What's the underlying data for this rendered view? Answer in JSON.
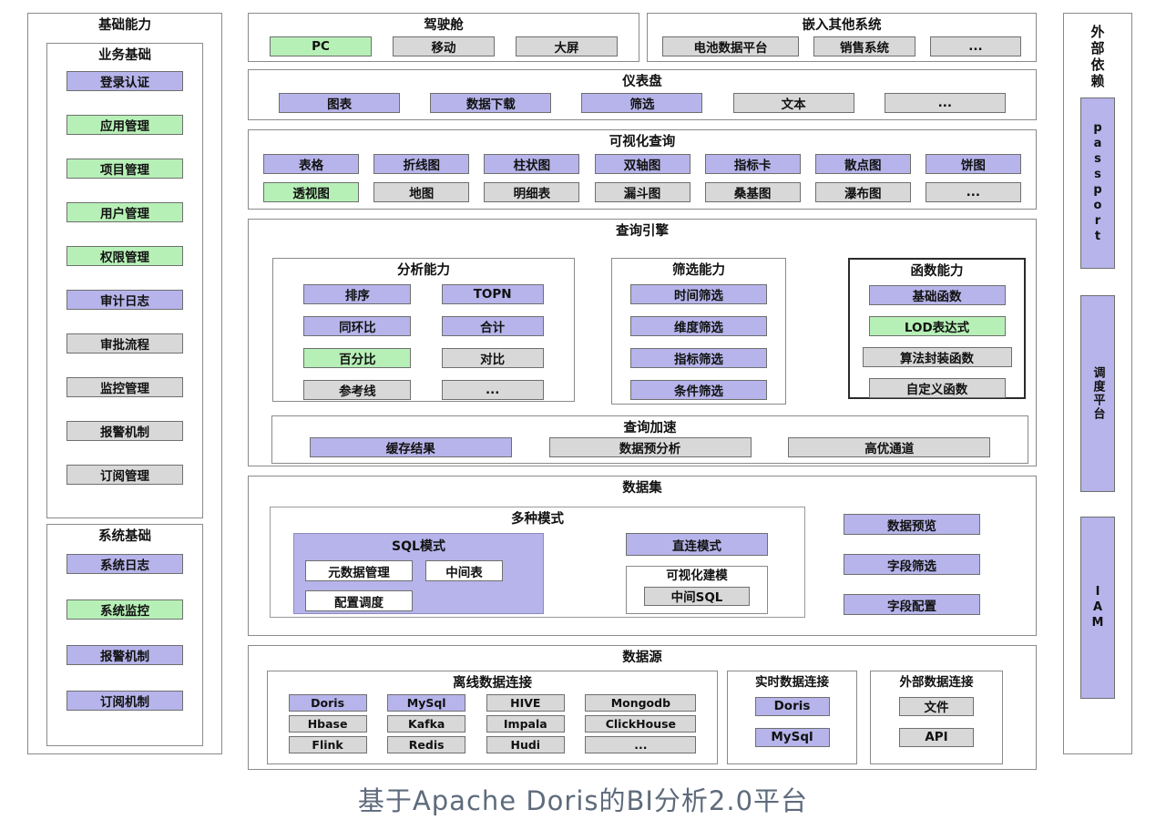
{
  "palette": {
    "purple": "#b6b4ea",
    "green": "#b7f0b7",
    "gray": "#d8d8d8",
    "white": "#ffffff",
    "caption_gray": "#5e6b7c"
  },
  "caption": "基于Apache Doris的BI分析2.0平台",
  "sidebar": {
    "title": "基础能力",
    "business": {
      "title": "业务基础",
      "items": [
        {
          "label": "登录认证",
          "color": "purple"
        },
        {
          "label": "应用管理",
          "color": "green"
        },
        {
          "label": "项目管理",
          "color": "green"
        },
        {
          "label": "用户管理",
          "color": "green"
        },
        {
          "label": "权限管理",
          "color": "green"
        },
        {
          "label": "审计日志",
          "color": "purple"
        },
        {
          "label": "审批流程",
          "color": "gray"
        },
        {
          "label": "监控管理",
          "color": "gray"
        },
        {
          "label": "报警机制",
          "color": "gray"
        },
        {
          "label": "订阅管理",
          "color": "gray"
        }
      ]
    },
    "system": {
      "title": "系统基础",
      "items": [
        {
          "label": "系统日志",
          "color": "purple"
        },
        {
          "label": "系统监控",
          "color": "green"
        },
        {
          "label": "报警机制",
          "color": "purple"
        },
        {
          "label": "订阅机制",
          "color": "purple"
        }
      ]
    }
  },
  "cockpit": {
    "title": "驾驶舱",
    "items": [
      {
        "label": "PC",
        "color": "green"
      },
      {
        "label": "移动",
        "color": "gray"
      },
      {
        "label": "大屏",
        "color": "gray"
      }
    ]
  },
  "embed": {
    "title": "嵌入其他系统",
    "items": [
      {
        "label": "电池数据平台",
        "color": "gray"
      },
      {
        "label": "销售系统",
        "color": "gray"
      },
      {
        "label": "...",
        "color": "gray"
      }
    ]
  },
  "dashboard": {
    "title": "仪表盘",
    "items": [
      {
        "label": "图表",
        "color": "purple"
      },
      {
        "label": "数据下载",
        "color": "purple"
      },
      {
        "label": "筛选",
        "color": "purple"
      },
      {
        "label": "文本",
        "color": "gray"
      },
      {
        "label": "...",
        "color": "gray"
      }
    ]
  },
  "visual_query": {
    "title": "可视化查询",
    "items": [
      {
        "label": "表格",
        "color": "purple"
      },
      {
        "label": "折线图",
        "color": "purple"
      },
      {
        "label": "柱状图",
        "color": "purple"
      },
      {
        "label": "双轴图",
        "color": "purple"
      },
      {
        "label": "指标卡",
        "color": "purple"
      },
      {
        "label": "散点图",
        "color": "purple"
      },
      {
        "label": "饼图",
        "color": "purple"
      },
      {
        "label": "透视图",
        "color": "green"
      },
      {
        "label": "地图",
        "color": "gray"
      },
      {
        "label": "明细表",
        "color": "gray"
      },
      {
        "label": "漏斗图",
        "color": "gray"
      },
      {
        "label": "桑基图",
        "color": "gray"
      },
      {
        "label": "瀑布图",
        "color": "gray"
      },
      {
        "label": "...",
        "color": "gray"
      }
    ]
  },
  "query_engine": {
    "title": "查询引擎",
    "analysis": {
      "title": "分析能力",
      "items": [
        {
          "label": "排序",
          "color": "purple"
        },
        {
          "label": "TOPN",
          "color": "purple"
        },
        {
          "label": "同环比",
          "color": "purple"
        },
        {
          "label": "合计",
          "color": "purple"
        },
        {
          "label": "百分比",
          "color": "green"
        },
        {
          "label": "对比",
          "color": "gray"
        },
        {
          "label": "参考线",
          "color": "gray"
        },
        {
          "label": "...",
          "color": "gray"
        }
      ]
    },
    "filter": {
      "title": "筛选能力",
      "items": [
        {
          "label": "时间筛选",
          "color": "purple"
        },
        {
          "label": "维度筛选",
          "color": "purple"
        },
        {
          "label": "指标筛选",
          "color": "purple"
        },
        {
          "label": "条件筛选",
          "color": "purple"
        }
      ]
    },
    "function": {
      "title": "函数能力",
      "items": [
        {
          "label": "基础函数",
          "color": "purple"
        },
        {
          "label": "LOD表达式",
          "color": "green"
        },
        {
          "label": "算法封装函数",
          "color": "gray"
        },
        {
          "label": "自定义函数",
          "color": "gray"
        }
      ]
    },
    "acceleration": {
      "title": "查询加速",
      "items": [
        {
          "label": "缓存结果",
          "color": "purple"
        },
        {
          "label": "数据预分析",
          "color": "gray"
        },
        {
          "label": "高优通道",
          "color": "gray"
        }
      ]
    }
  },
  "dataset": {
    "title": "数据集",
    "multi_mode": {
      "title": "多种模式",
      "sql_mode": {
        "title": "SQL模式",
        "items": [
          {
            "label": "元数据管理",
            "color": "white"
          },
          {
            "label": "中间表",
            "color": "white"
          },
          {
            "label": "配置调度",
            "color": "white"
          }
        ]
      },
      "direct_mode": {
        "label": "直连模式",
        "color": "purple"
      },
      "visual_modeling": {
        "title": "可视化建模",
        "chip": {
          "label": "中间SQL",
          "color": "gray"
        }
      }
    },
    "side_items": [
      {
        "label": "数据预览",
        "color": "purple"
      },
      {
        "label": "字段筛选",
        "color": "purple"
      },
      {
        "label": "字段配置",
        "color": "purple"
      }
    ]
  },
  "datasource": {
    "title": "数据源",
    "offline": {
      "title": "离线数据连接",
      "items": [
        {
          "label": "Doris",
          "color": "purple"
        },
        {
          "label": "MySql",
          "color": "purple"
        },
        {
          "label": "HIVE",
          "color": "gray"
        },
        {
          "label": "Mongodb",
          "color": "gray"
        },
        {
          "label": "Hbase",
          "color": "gray"
        },
        {
          "label": "Kafka",
          "color": "gray"
        },
        {
          "label": "Impala",
          "color": "gray"
        },
        {
          "label": "ClickHouse",
          "color": "gray"
        },
        {
          "label": "Flink",
          "color": "gray"
        },
        {
          "label": "Redis",
          "color": "gray"
        },
        {
          "label": "Hudi",
          "color": "gray"
        },
        {
          "label": "...",
          "color": "gray"
        }
      ]
    },
    "realtime": {
      "title": "实时数据连接",
      "items": [
        {
          "label": "Doris",
          "color": "purple"
        },
        {
          "label": "MySql",
          "color": "purple"
        }
      ]
    },
    "external": {
      "title": "外部数据连接",
      "items": [
        {
          "label": "文件",
          "color": "gray"
        },
        {
          "label": "API",
          "color": "gray"
        }
      ]
    }
  },
  "external_deps": {
    "title": "外部依赖",
    "items": [
      {
        "label": "passport",
        "color": "purple"
      },
      {
        "label": "调度平台",
        "color": "purple"
      },
      {
        "label": "IAM",
        "color": "purple"
      }
    ]
  }
}
